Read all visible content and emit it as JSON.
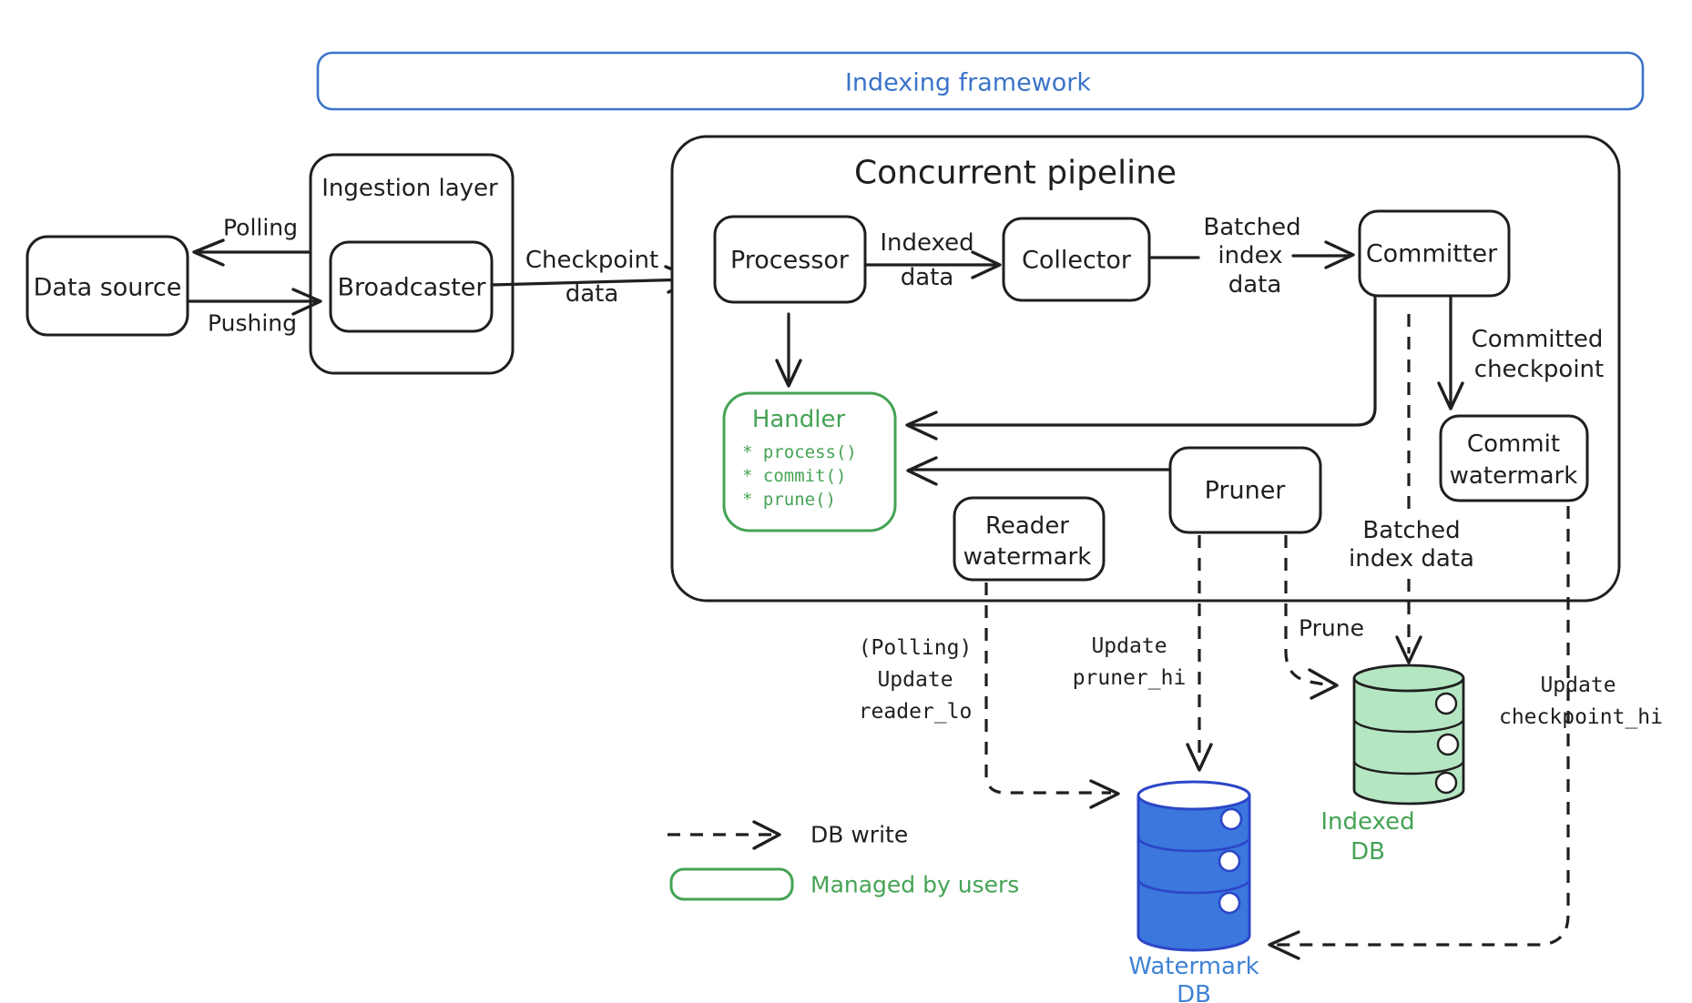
{
  "colors": {
    "ink": "#1f1f1f",
    "blue": "#3b74c9",
    "green": "#45a355",
    "watermark_db_fill": "#3b77dd",
    "watermark_db_stroke": "#2b46c8",
    "watermark_db_label": "#3f83d6",
    "indexed_db_fill": "#b5e6c2"
  },
  "banner": {
    "title": "Indexing framework"
  },
  "nodes": {
    "data_source": "Data source",
    "ingestion_layer": "Ingestion layer",
    "broadcaster": "Broadcaster",
    "pipeline": "Concurrent pipeline",
    "processor": "Processor",
    "collector": "Collector",
    "committer": "Committer",
    "pruner": "Pruner",
    "handler": {
      "title": "Handler",
      "methods": [
        "* process()",
        "* commit()",
        "* prune()"
      ]
    },
    "reader_watermark": [
      "Reader",
      "watermark"
    ],
    "commit_watermark": [
      "Commit",
      "watermark"
    ]
  },
  "edges": {
    "polling": "Polling",
    "pushing": "Pushing",
    "checkpoint_data": [
      "Checkpoint",
      "data"
    ],
    "indexed_data": [
      "Indexed",
      "data"
    ],
    "batched_index_data": [
      "Batched",
      "index",
      "data"
    ],
    "committed_checkpoint": [
      "Committed",
      "checkpoint"
    ],
    "update_reader_lo": [
      "(Polling)",
      "Update",
      "reader_lo"
    ],
    "update_pruner_hi": [
      "Update",
      "pruner_hi"
    ],
    "prune": "Prune",
    "batched_index_data_2": [
      "Batched",
      "index data"
    ],
    "update_checkpoint_hi": [
      "Update",
      "checkpoint_hi"
    ]
  },
  "databases": {
    "watermark_db": [
      "Watermark",
      "DB"
    ],
    "indexed_db": [
      "Indexed",
      "DB"
    ]
  },
  "legend": {
    "db_write": "DB write",
    "managed_by_users": "Managed by users"
  }
}
